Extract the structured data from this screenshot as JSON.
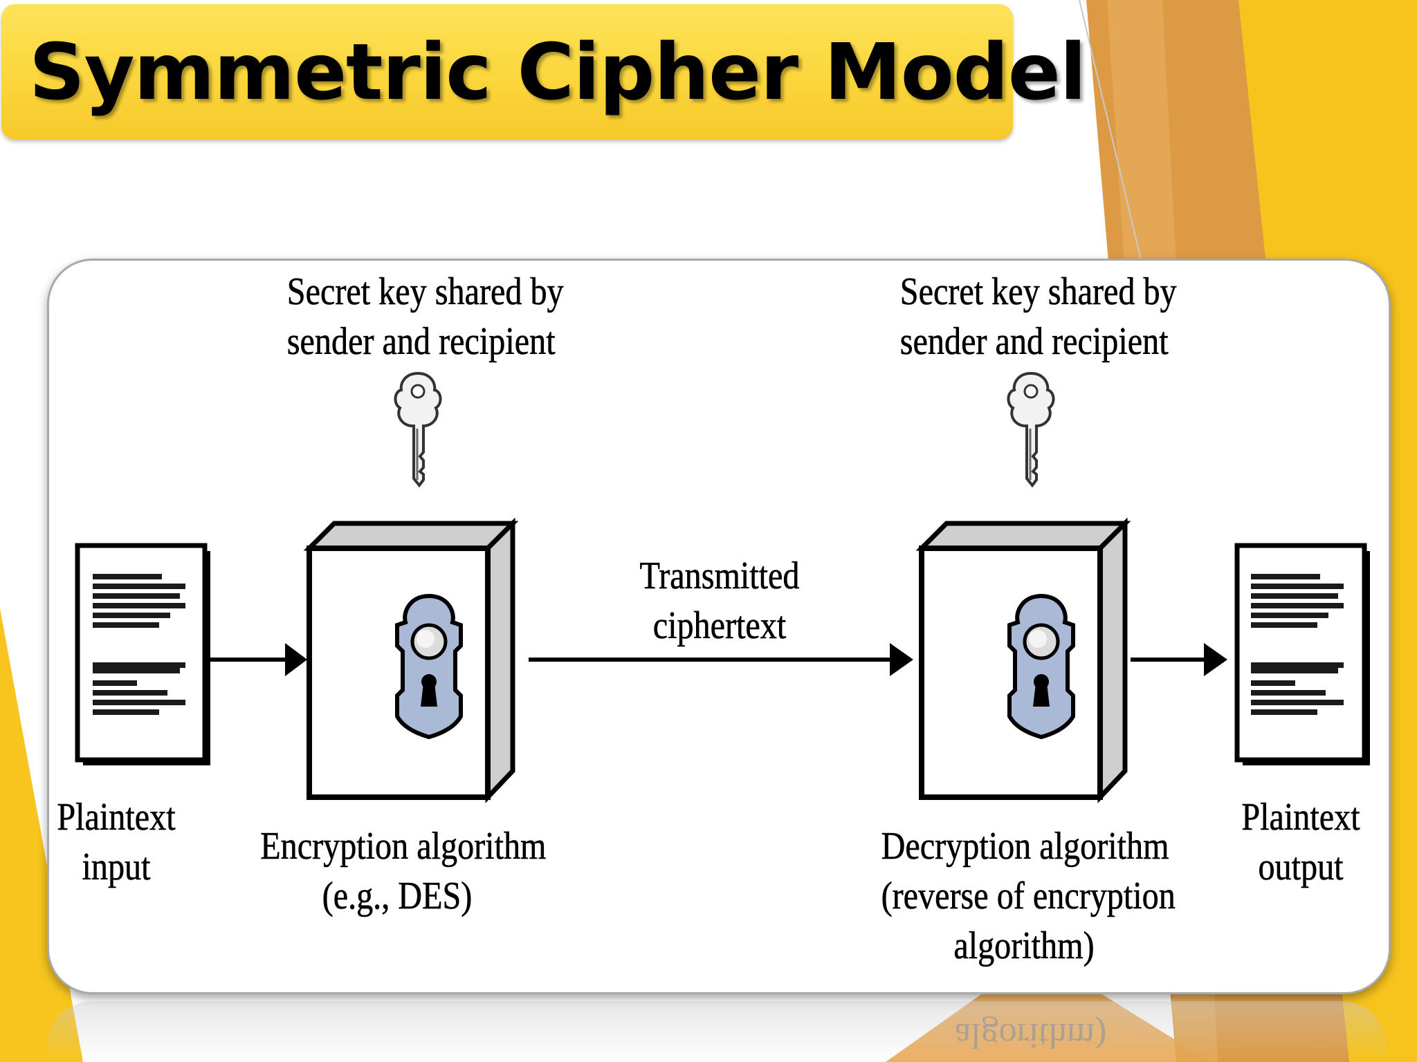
{
  "slide": {
    "title": "Symmetric Cipher Model"
  },
  "colors": {
    "title_bar": "#fcd840",
    "accent_yellow": "#f8c51e",
    "accent_orange": "#e09a40",
    "keyhole_plate": "#a9b9d6"
  },
  "diagram": {
    "key_label_left": [
      "Secret key shared by",
      "sender and recipient"
    ],
    "key_label_right": [
      "Secret key shared by",
      "sender and recipient"
    ],
    "transmitted_label": [
      "Transmitted",
      "ciphertext"
    ],
    "plaintext_input_label": [
      "Plaintext",
      "input"
    ],
    "encryption_label": [
      "Encryption algorithm",
      "(e.g., DES)"
    ],
    "decryption_label": [
      "Decryption algorithm",
      "(reverse of encryption",
      "algorithm)"
    ],
    "plaintext_output_label": [
      "Plaintext",
      "output"
    ],
    "reflection_text": "algorithm)",
    "icons": [
      "document-icon",
      "key-icon",
      "lockbox-icon",
      "keyhole-icon",
      "arrow-icon"
    ]
  }
}
